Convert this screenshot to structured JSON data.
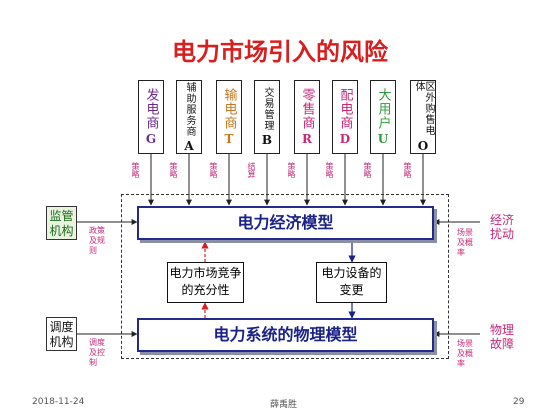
{
  "title": "电力市场引入的风险",
  "actors": [
    {
      "name": "发电商",
      "letter": "G",
      "color": "#6a2c91",
      "size": "big",
      "note": "策略"
    },
    {
      "name": "辅助服务商",
      "letter": "A",
      "color": "#111111",
      "size": "small",
      "note": "策略"
    },
    {
      "name": "输电商",
      "letter": "T",
      "color": "#c8781e",
      "size": "big",
      "note": "策略"
    },
    {
      "name": "交易管理",
      "letter": "B",
      "color": "#111111",
      "size": "small",
      "note": "结算"
    },
    {
      "name": "零售商",
      "letter": "R",
      "color": "#c8287a",
      "size": "big",
      "note": "策略"
    },
    {
      "name": "配电商",
      "letter": "D",
      "color": "#c8287a",
      "size": "big",
      "note": "策略"
    },
    {
      "name": "大用户",
      "letter": "U",
      "color": "#2e9c3a",
      "size": "big",
      "note": "策略"
    },
    {
      "name": "区外购售电体",
      "letter": "O",
      "color": "#111111",
      "size": "small",
      "note": "策略"
    }
  ],
  "models": {
    "economic": "电力经济模型",
    "physical": "电力系统的物理模型"
  },
  "mid_boxes": {
    "competition": "电力市场竞争的充分性",
    "equipment": "电力设备的变更"
  },
  "left": {
    "regulator": "监管机构",
    "regulator_note": "政策及规则",
    "dispatch": "调度机构",
    "dispatch_note": "调度及控制"
  },
  "right": {
    "economic_disturbance": "经济扰动",
    "economic_note": "场景及概率",
    "physical_fault": "物理故障",
    "physical_note": "场景及概率"
  },
  "footer": {
    "date": "2018-11-24",
    "author": "薛禹胜",
    "page": "29"
  },
  "colors": {
    "title": "#d81e1e",
    "model_border": "#242a8c",
    "left_box_fill": "#e9f3df",
    "pink": "#c8287a",
    "dashed_red": "#d81e1e",
    "blue_arrow": "#1a2288"
  }
}
